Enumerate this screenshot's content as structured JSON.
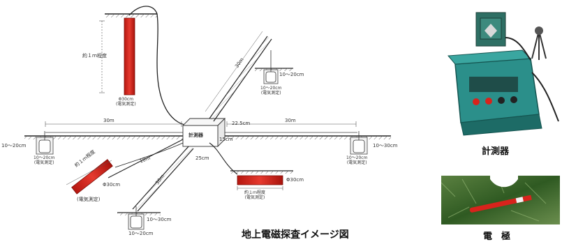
{
  "main_caption": "地上電磁探査イメージ図",
  "meter_caption": "計測器",
  "electrode_caption": "電　極",
  "center_box_label": "計測器",
  "labels": {
    "vertical_length": "約１ｍ程度",
    "vertical_dia": "Φ30cm",
    "vertical_note": "(電気測定)",
    "upper_right_len": "30m",
    "upper_right_depth": "10〜20cm",
    "upper_right_sub": "10〜20cm",
    "upper_right_note": "(電気測定)",
    "left_len": "30m",
    "left_depth": "10〜20cm",
    "left_sub": "10〜20cm",
    "left_note": "(電気測定)",
    "right_len": "30m",
    "right_depth": "10〜30cm",
    "right_sub": "10〜20cm",
    "right_note": "(電気測定)",
    "box_h": "22.5cm",
    "box_w": "25cm",
    "box_d": "15cm",
    "lower_left_len": "約１ｍ程度",
    "lower_left_dia": "Φ30cm",
    "lower_left_note": "(電気測定)",
    "lower_left_cable": "10m",
    "lower_right_dia": "Φ30cm",
    "lower_right_len": "約１ｍ程度",
    "lower_right_note": "(電気測定)",
    "bottom_len": "30m",
    "bottom_depth": "10〜30cm",
    "bottom_sub": "10〜20cm"
  },
  "colors": {
    "electrode_red": "#d8231c",
    "ground_line": "#222222",
    "hatch": "#555555",
    "meter_teal": "#2b8f8a",
    "grass": "#3e6b2c"
  }
}
